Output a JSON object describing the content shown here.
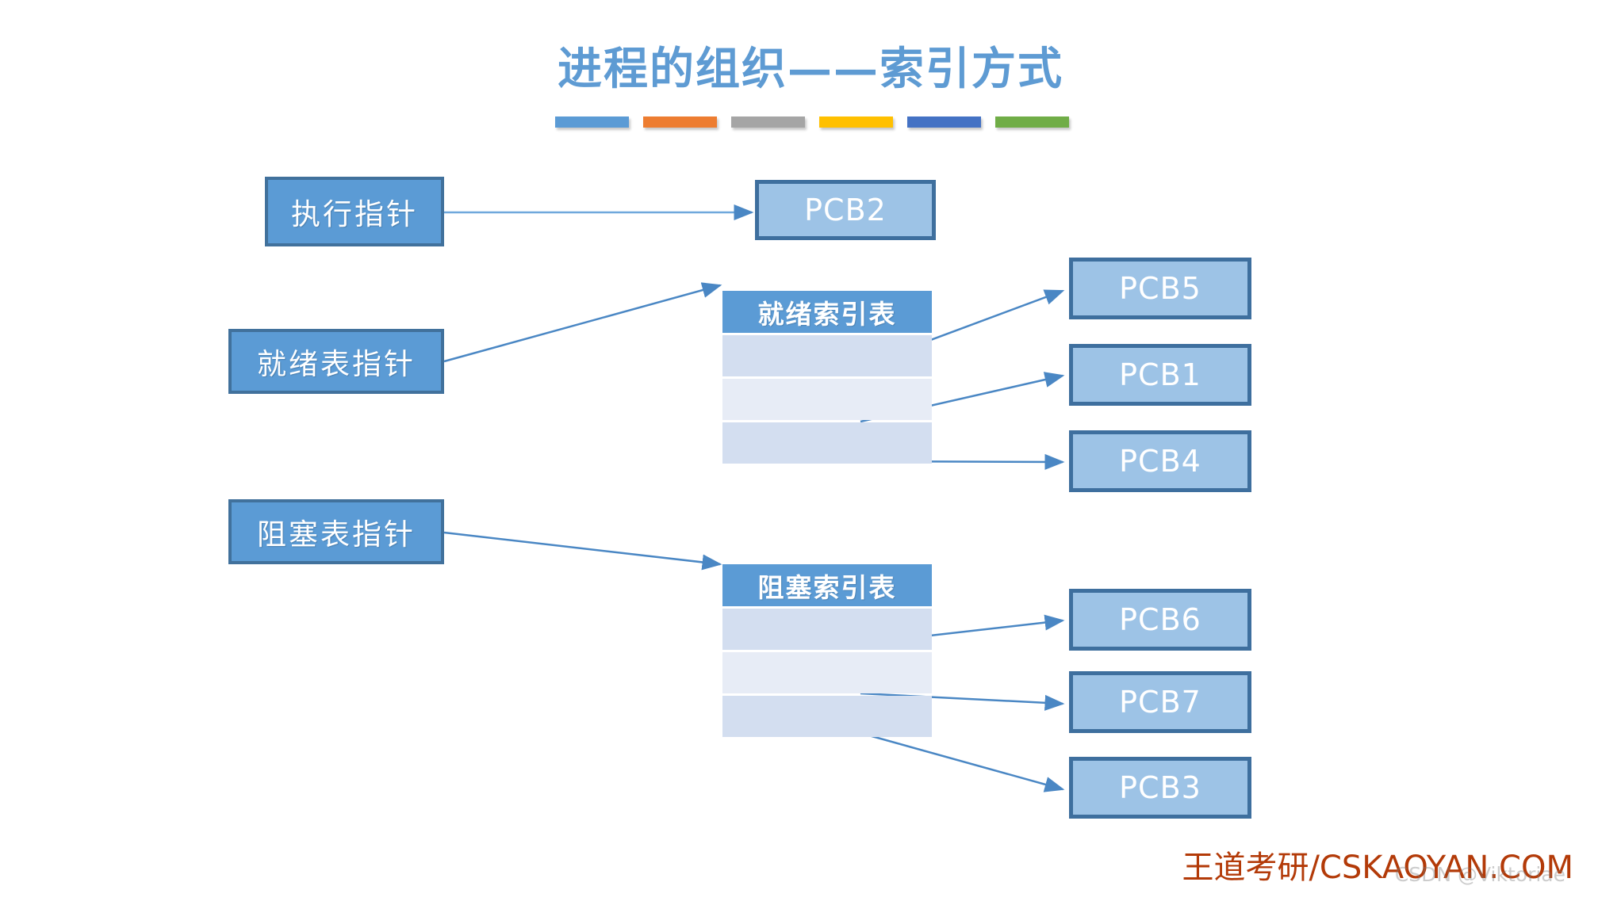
{
  "title": {
    "text": "进程的组织——索引方式",
    "color": "#5E9BD3"
  },
  "title_bars": [
    {
      "name": "bar-blue",
      "color": "#5B9BD5"
    },
    {
      "name": "bar-orange",
      "color": "#ED7D31"
    },
    {
      "name": "bar-gray",
      "color": "#A5A5A5"
    },
    {
      "name": "bar-yellow",
      "color": "#FFC000"
    },
    {
      "name": "bar-dark-blue",
      "color": "#4472C4"
    },
    {
      "name": "bar-green",
      "color": "#70AD47"
    }
  ],
  "pointers": [
    {
      "id": "exec-pointer",
      "label": "执行指针"
    },
    {
      "id": "ready-pointer",
      "label": "就绪表指针"
    },
    {
      "id": "blocked-pointer",
      "label": "阻塞表指针"
    }
  ],
  "tables": [
    {
      "id": "ready-index-table",
      "header": "就绪索引表",
      "rows": [
        "",
        "",
        ""
      ]
    },
    {
      "id": "blocked-index-table",
      "header": "阻塞索引表",
      "rows": [
        "",
        "",
        ""
      ]
    }
  ],
  "pcbs": {
    "running": {
      "label": "PCB2"
    },
    "ready": [
      {
        "label": "PCB5"
      },
      {
        "label": "PCB1"
      },
      {
        "label": "PCB4"
      }
    ],
    "blocked": [
      {
        "label": "PCB6"
      },
      {
        "label": "PCB7"
      },
      {
        "label": "PCB3"
      }
    ]
  },
  "colors": {
    "pointer_fill": "#5B9BD5",
    "pointer_border": "#41719C",
    "pcb_fill": "#9DC3E6",
    "pcb_border": "#3E6F9E",
    "table_header": "#5B9BD5",
    "table_row_a": "#D3DEF0",
    "table_row_b": "#E7ECF6",
    "arrow": "#4A87C4",
    "brand": "#B33A08"
  },
  "footer": {
    "brand": "王道考研/CSKAOYAN.COM",
    "watermark": "CSDN @Viktoriae"
  }
}
